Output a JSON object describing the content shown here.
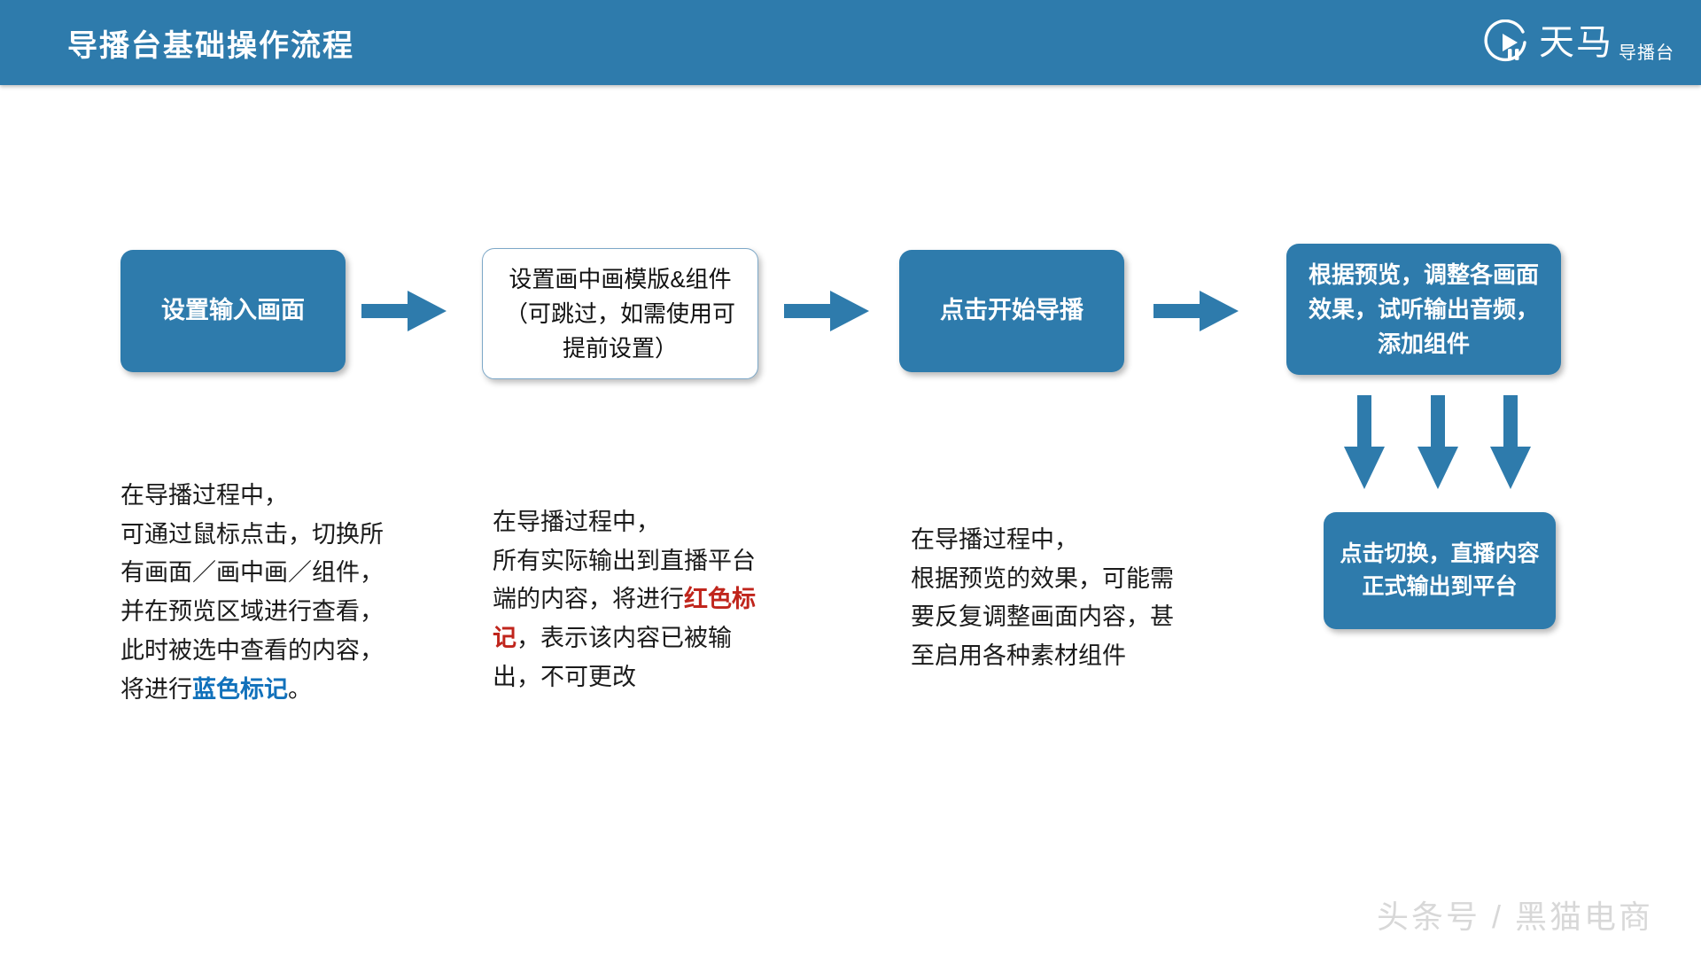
{
  "header": {
    "title": "导播台基础操作流程",
    "background_color": "#2e7bac",
    "brand": {
      "icon": "play-circle-icon",
      "name": "天马",
      "sub": "导播台"
    }
  },
  "flow": {
    "boxes": [
      {
        "id": "box-1",
        "label": "设置输入画面",
        "style": "filled"
      },
      {
        "id": "box-2",
        "label": "设置画中画模版&组件（可跳过，如需使用可提前设置）",
        "style": "outline"
      },
      {
        "id": "box-3",
        "label": "点击开始导播",
        "style": "filled"
      },
      {
        "id": "box-4",
        "label": "根据预览，调整各画面效果，试听输出音频，添加组件",
        "style": "filled"
      },
      {
        "id": "box-5",
        "label": "点击切换，直播内容正式输出到平台",
        "style": "filled"
      }
    ],
    "arrows": {
      "right_count": 3,
      "down_count": 3,
      "color": "#2e7bac"
    }
  },
  "notes": [
    {
      "id": "para-1",
      "lines": "在导播过程中，\n可通过鼠标点击，切换所\n有画面／画中画／组件，\n并在预览区域进行查看，\n此时被选中查看的内容，\n将进行",
      "highlight": "蓝色标记",
      "highlight_color": "#1171bb",
      "tail": "。"
    },
    {
      "id": "para-2",
      "lines": "在导播过程中，\n所有实际输出到直播平台\n端的内容，将进行",
      "highlight": "红色标\n记",
      "highlight_color": "#c0251c",
      "tail": "，表示该内容已被输\n出，不可更改"
    },
    {
      "id": "para-3",
      "lines": "在导播过程中，\n根据预览的效果，可能需\n要反复调整画面内容，甚\n至启用各种素材组件",
      "highlight": "",
      "highlight_color": "",
      "tail": ""
    }
  ],
  "footer": {
    "text": "头条号 / 黑猫电商"
  }
}
